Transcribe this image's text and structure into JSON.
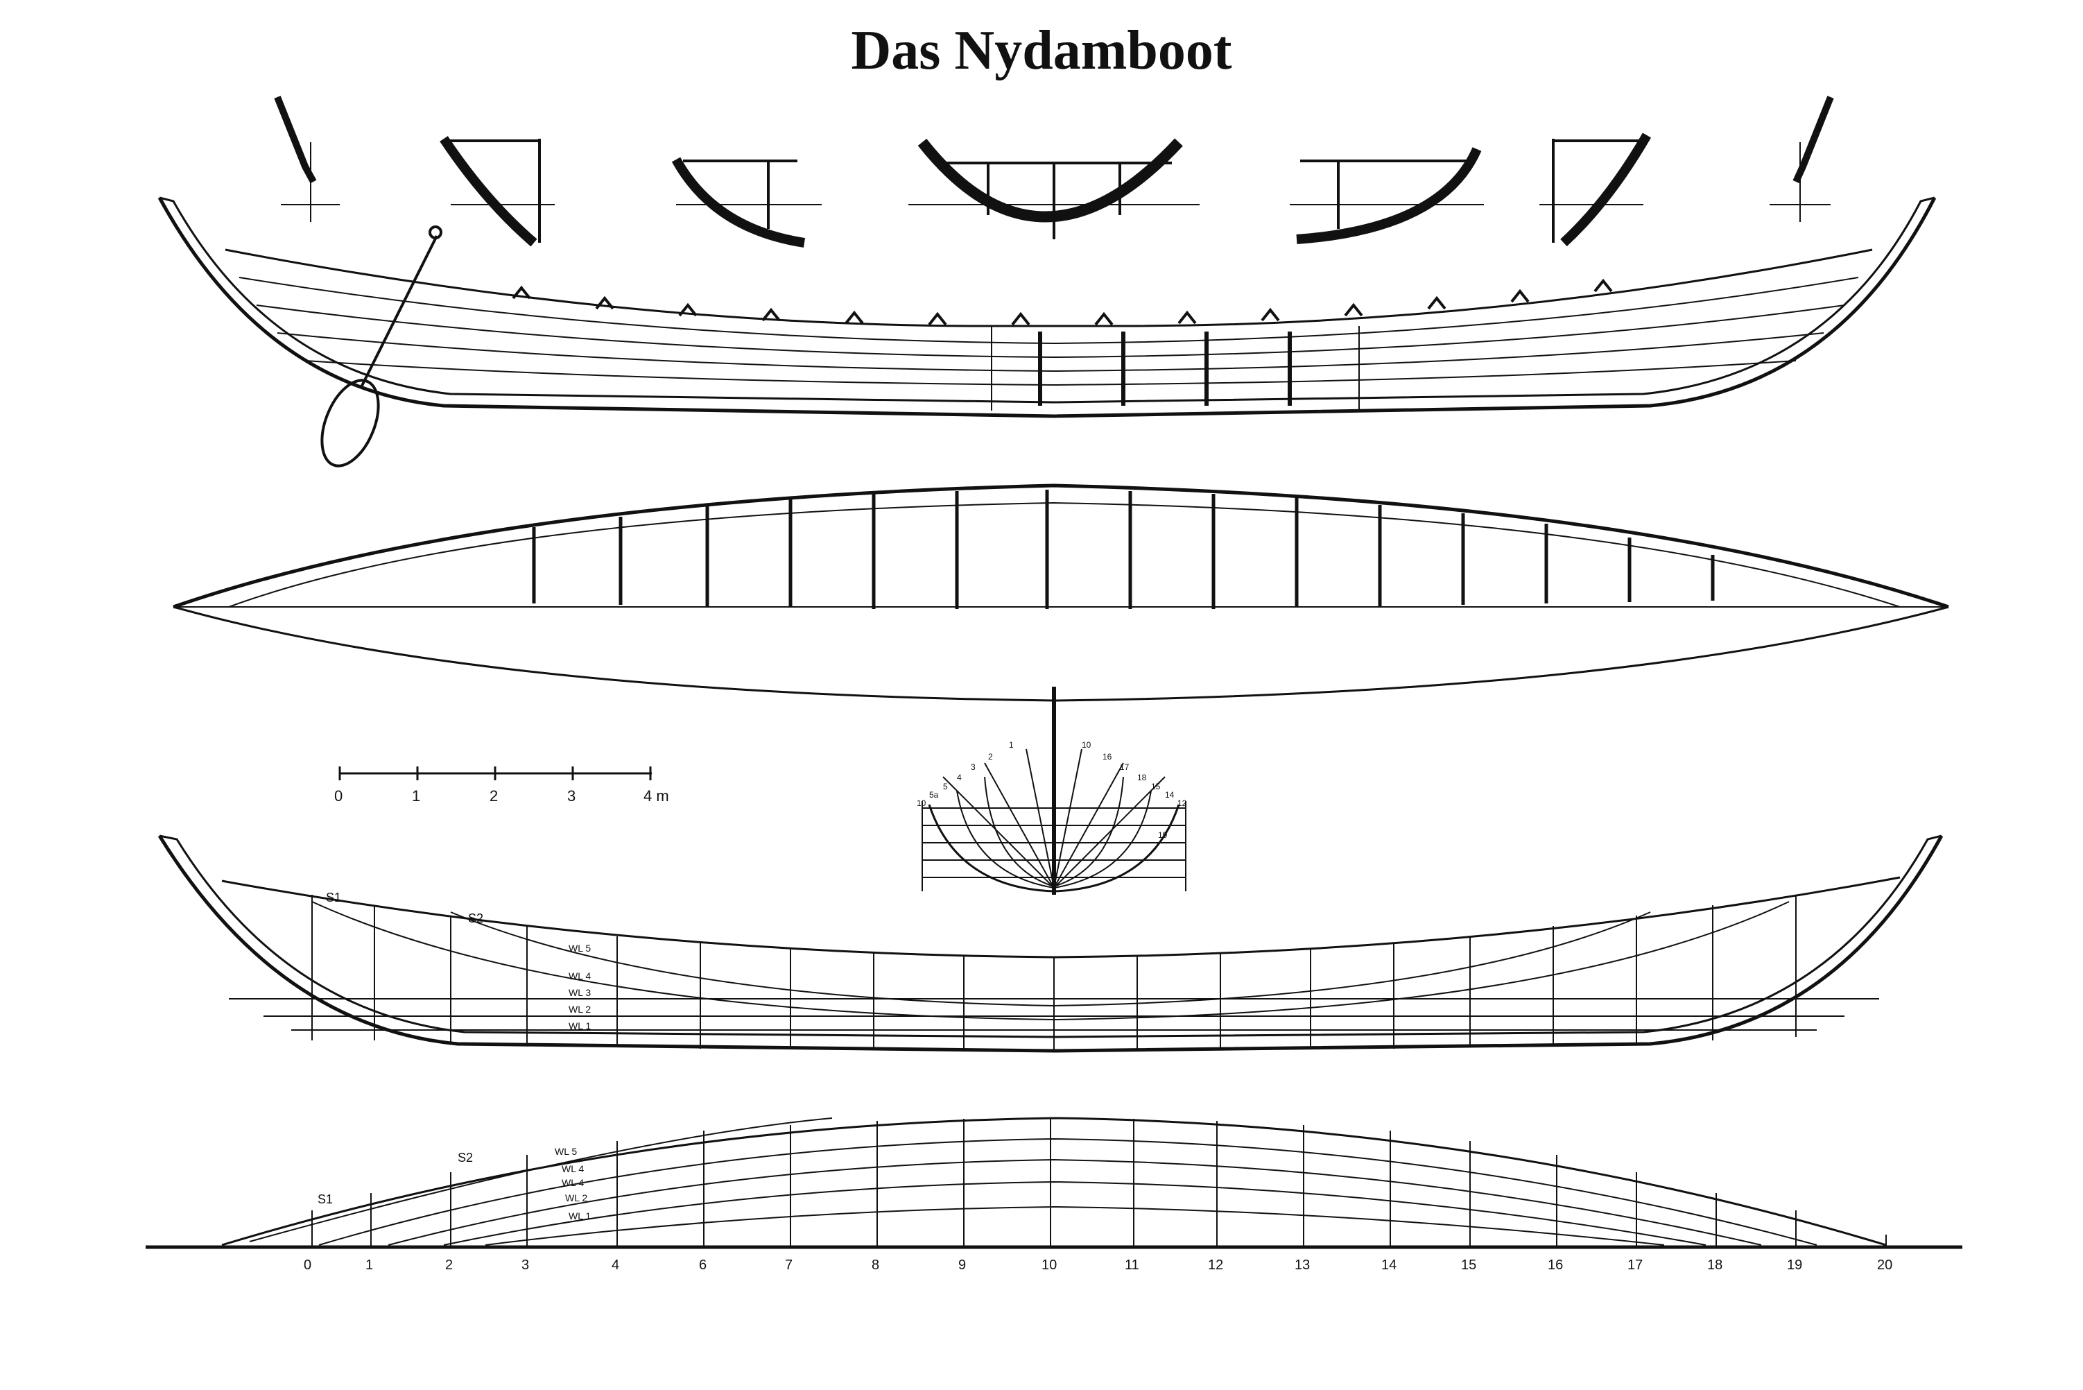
{
  "title": "Das Nydamboot",
  "scale_bar": {
    "ticks": [
      "0",
      "1",
      "2",
      "3",
      "4 m"
    ]
  },
  "lines_plan": {
    "sections": [
      "S1",
      "S2"
    ],
    "waterlines": [
      "WL 5",
      "WL 4",
      "WL 3",
      "WL 2",
      "WL 1"
    ]
  },
  "half_breadth": {
    "sections": [
      "S1",
      "S2"
    ],
    "waterlines": [
      "WL 5",
      "WL 4",
      "WL 4",
      "WL 2",
      "WL 1"
    ],
    "stations": [
      "0",
      "1",
      "2",
      "3",
      "4",
      "6",
      "7",
      "8",
      "9",
      "10",
      "11",
      "12",
      "13",
      "14",
      "15",
      "16",
      "17",
      "18",
      "19",
      "20"
    ]
  },
  "body_plan": {
    "left_numbers": [
      "1",
      "2",
      "3",
      "4",
      "5",
      "5a",
      "10"
    ],
    "right_numbers": [
      "10",
      "16",
      "17",
      "18",
      "15",
      "14",
      "12",
      "19"
    ]
  },
  "colors": {
    "ink": "#111111",
    "paper": "#ffffff"
  }
}
